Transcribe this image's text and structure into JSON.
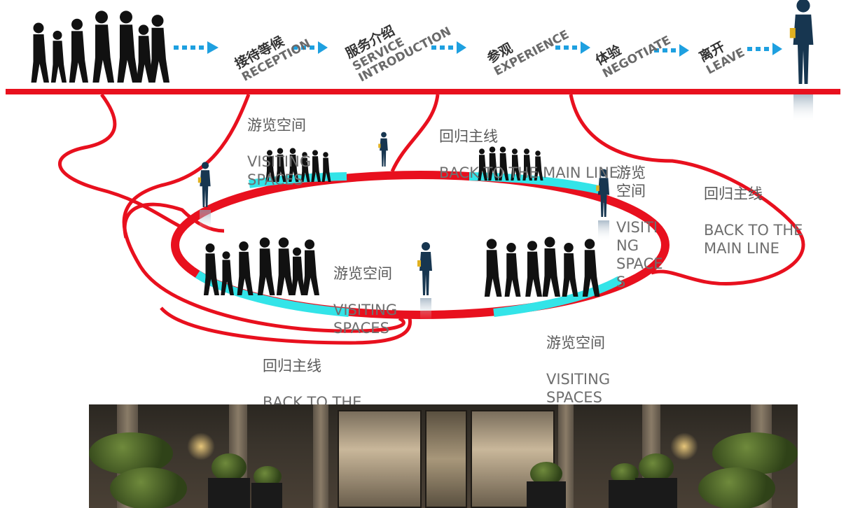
{
  "steps": [
    {
      "zh": "接待等候",
      "en": "RECEPTION"
    },
    {
      "zh": "服务介绍",
      "en": "SERVICE INTRODUCTION"
    },
    {
      "zh": "参观",
      "en": "EXPERIENCE"
    },
    {
      "zh": "体验",
      "en": "NEGOTIATE"
    },
    {
      "zh": "离开",
      "en": "LEAVE"
    }
  ],
  "labels": {
    "visit_top": {
      "zh": "游览空间",
      "en": "VISITING\nSPACES"
    },
    "back_top": {
      "zh": "回归主线",
      "en": "BACK TO THE MAIN LINE"
    },
    "visit_right": {
      "zh": "游览\n空间",
      "en": "VISITI\nNG\nSPACE\nS"
    },
    "back_right": {
      "zh": "回归主线",
      "en": "BACK TO THE\nMAIN LINE"
    },
    "visit_center": {
      "zh": "游览空间",
      "en": "VISITING\nSPACES"
    },
    "back_bottom": {
      "zh": "回归主线",
      "en": "BACK TO THE\nMAIN LINE"
    },
    "visit_bottom": {
      "zh": "游览空间",
      "en": "VISITING\nSPACES"
    }
  },
  "colors": {
    "main_line": "#e8101e",
    "visiting_segment": "#33e4e8",
    "arrow": "#1ea0e0",
    "silhouette": "#111111",
    "figure": "#173650"
  },
  "photo": {
    "description_icon": "lobby-entrance-photo"
  }
}
